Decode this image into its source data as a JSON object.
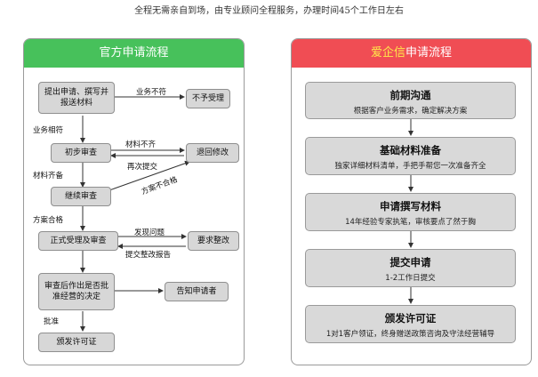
{
  "top_note": "全程无需亲自到场，由专业顾问全程服务，办理时间45个工作日左右",
  "left": {
    "title": "官方申请流程",
    "boxes": {
      "submit": "提出申请、撰写并报送材料",
      "reject": "不予受理",
      "initial": "初步审查",
      "return": "退回修改",
      "further": "继续审查",
      "formal": "正式受理及审查",
      "rectify": "要求整改",
      "decision": "审查后作出是否批准经营的决定",
      "notify": "告知申请者",
      "issue": "颁发许可证"
    },
    "labels": {
      "not_match": "业务不符",
      "match": "业务相符",
      "incomplete": "材料不齐",
      "resubmit": "再次提交",
      "complete": "材料齐备",
      "plan_fail": "方案不合格",
      "plan_ok": "方案合格",
      "found_issue": "发现问题",
      "submit_report": "提交整改报告",
      "approve": "批准"
    }
  },
  "right": {
    "brand": "爱企信",
    "title_suffix": "申请流程",
    "steps": [
      {
        "title": "前期沟通",
        "desc": "根据客户业务需求，确定解决方案"
      },
      {
        "title": "基础材料准备",
        "desc": "独家详细材料清单，手把手帮您一次准备齐全"
      },
      {
        "title": "申请撰写材料",
        "desc": "14年经验专家执笔，审核要点了然于胸"
      },
      {
        "title": "提交申请",
        "desc": "1-2工作日提交"
      },
      {
        "title": "颁发许可证",
        "desc": "1对1客户领证，终身赠送政策咨询及守法经营辅导"
      }
    ]
  },
  "colors": {
    "left_header": "#47c15b",
    "right_header": "#f04d54",
    "brand_text": "#ffe84a",
    "box_fill": "#d7d7d7"
  }
}
